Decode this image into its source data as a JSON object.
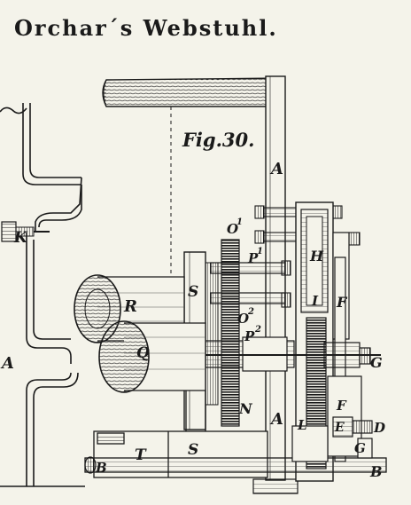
{
  "title": "Orchar´s  Webstuhl.",
  "figure": "Fig.30.",
  "labels": {
    "A_mid": "A",
    "A_lower": "A",
    "A_left": "A",
    "K": "K",
    "R": "R",
    "Q": "Q",
    "S_upper": "S",
    "S_lower": "S",
    "T": "T",
    "B_left": "B",
    "B_right": "B",
    "O1": "O",
    "O1_sup": "1",
    "O2": "O",
    "O2_sup": "2",
    "P1": "P",
    "P1_sup": "1",
    "P2": "P",
    "P2_sup": "2",
    "H": "H",
    "I": "I",
    "F_upper": "F",
    "F_lower": "F",
    "G_mid": "G",
    "G_lower": "G",
    "N": "N",
    "L": "L",
    "E": "E",
    "D": "D"
  },
  "colors": {
    "ink": "#1a1a1a",
    "paper": "#f4f3ea"
  }
}
